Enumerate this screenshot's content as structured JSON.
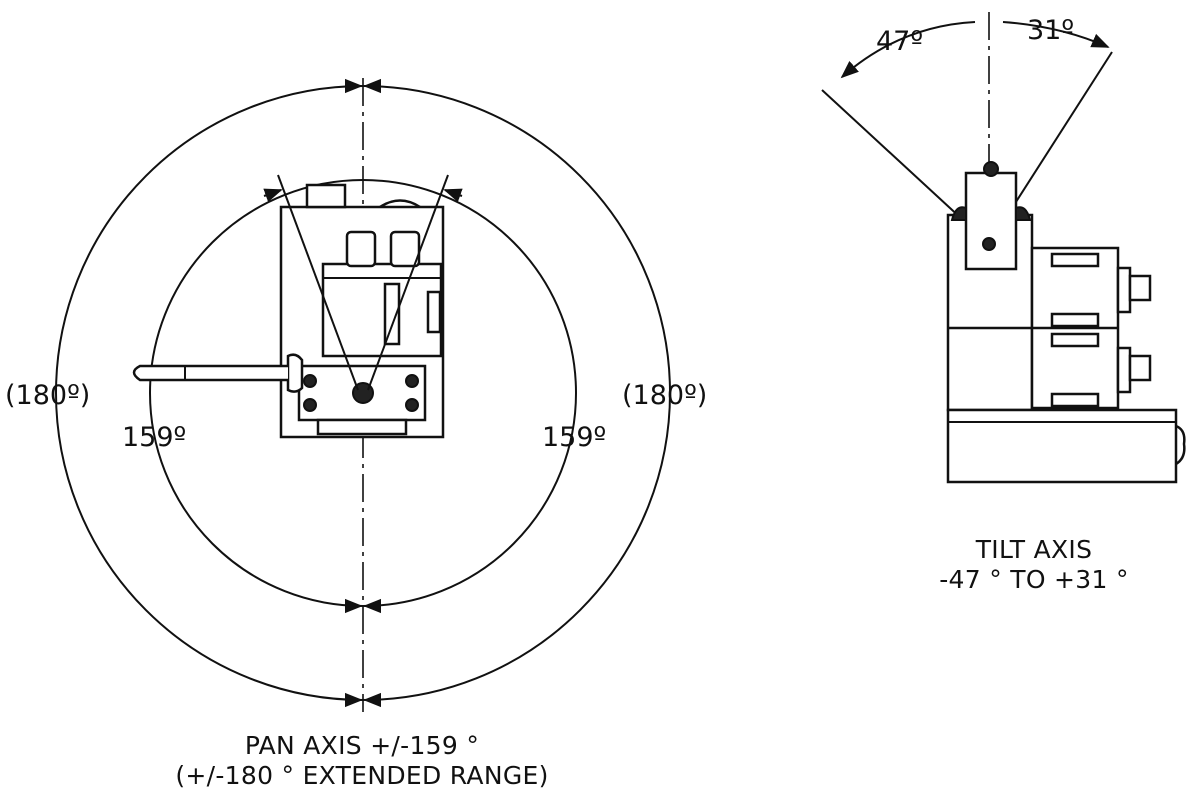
{
  "pan": {
    "label_extended_left": "(180º)",
    "label_extended_right": "(180º)",
    "label_range_left": "159º",
    "label_range_right": "159º",
    "caption_line1": "PAN AXIS +/-159 °",
    "caption_line2": "(+/-180 ° EXTENDED RANGE)"
  },
  "tilt": {
    "label_down": "47º",
    "label_up": "31º",
    "caption_line1": "TILT AXIS",
    "caption_line2": "-47 ° TO +31 °"
  },
  "colors": {
    "line": "#111111",
    "background": "#ffffff"
  }
}
